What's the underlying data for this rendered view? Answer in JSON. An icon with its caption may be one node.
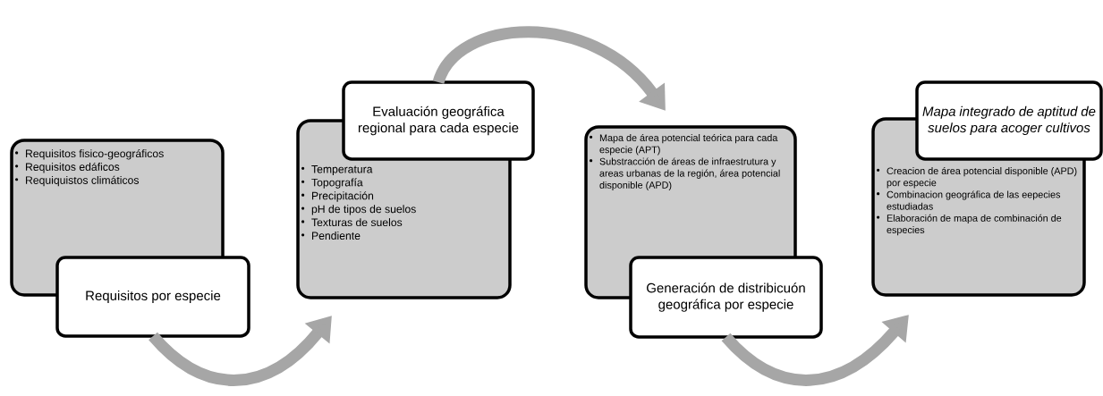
{
  "diagram": {
    "nodes": [
      {
        "text": [
          "Requisitos fisico-geográficos",
          "Requisitos edáficos",
          "Requiquistos climáticos"
        ]
      },
      {
        "text": [
          "Requisitos por especie"
        ]
      },
      {
        "text": [
          "Evaluación geográfica regional para cada especie"
        ]
      },
      {
        "text": [
          "Temperatura",
          "Topografía",
          "Precipitación",
          "pH de tipos de suelos",
          "Texturas de suelos",
          "Pendiente"
        ]
      },
      {
        "text": [
          "Mapa de área potencial teórica para cada especie (APT)",
          "Substracción de áreas  de infraestrutura y areas urbanas de la región, área potencial disponible (APD)"
        ]
      },
      {
        "text": [
          "Generación de distribicuón geográfica por especie"
        ]
      },
      {
        "text": [
          "Mapa integrado de aptitud de suelos para acoger cultivos"
        ]
      },
      {
        "text": [
          "Creacion de área potencial disponible (APD) por especie",
          "Combinacion geográfica de las eepecies estudiadas",
          "Elaboración de mapa de combinación de especies"
        ]
      }
    ],
    "edges": [
      {
        "from": 1,
        "to": 3,
        "arrow": "to"
      },
      {
        "from": 2,
        "to": 4,
        "arrow": "to"
      },
      {
        "from": 5,
        "to": 7,
        "arrow": "to"
      }
    ]
  }
}
